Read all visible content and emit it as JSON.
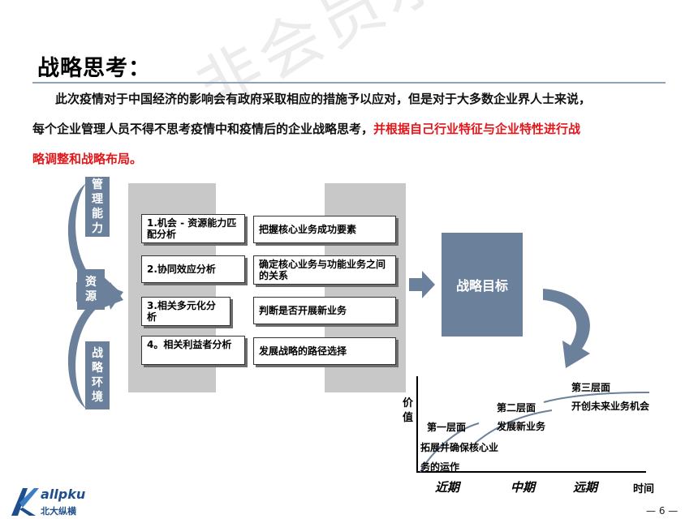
{
  "title": "战略思考：",
  "paragraph": {
    "line1": "此次疫情对于中国经济的影响会有政府采取相应的措施予以应对，但是对于大多数企业界人士来说，",
    "line2_black": "每个企业管理人员不得不思考疫情中和疫情后的企业战略思考，",
    "line2_red": "并根据自己行业特征与企业特性进行战",
    "line3_red": "略调整和战略布局。"
  },
  "left_labels": [
    "管理能力",
    "资源",
    "战略环境"
  ],
  "steps": [
    {
      "label": "1.机会 - 资源能力匹配分析",
      "result": "把握核心业务成功要素"
    },
    {
      "label": "2.协同效应分析",
      "result": "确定核心业务与功能业务之间的关系"
    },
    {
      "label": "3.相关多元化分析",
      "result": "判断是否开展新业务"
    },
    {
      "label": "4。相关利益者分析",
      "result": "发展战略的路径选择"
    }
  ],
  "goal": "战略目标",
  "chart_data": {
    "type": "line",
    "ylabel": "价值",
    "xlabel": "时间",
    "categories": [
      "近期",
      "中期",
      "远期"
    ],
    "levels": [
      {
        "name": "第一层面",
        "desc": "拓展并确保核心业务的运作"
      },
      {
        "name": "第二层面",
        "desc": "发展新业务"
      },
      {
        "name": "第三层面",
        "desc": "开创未来业务机会"
      }
    ]
  },
  "watermark": "非会员水印",
  "logo": {
    "brand": "allpku",
    "name": "北大纵横"
  },
  "page_number": "— 6 —",
  "colors": {
    "accent": "#6b809b",
    "panel": "#c8c8c8",
    "red": "#e3161a"
  }
}
